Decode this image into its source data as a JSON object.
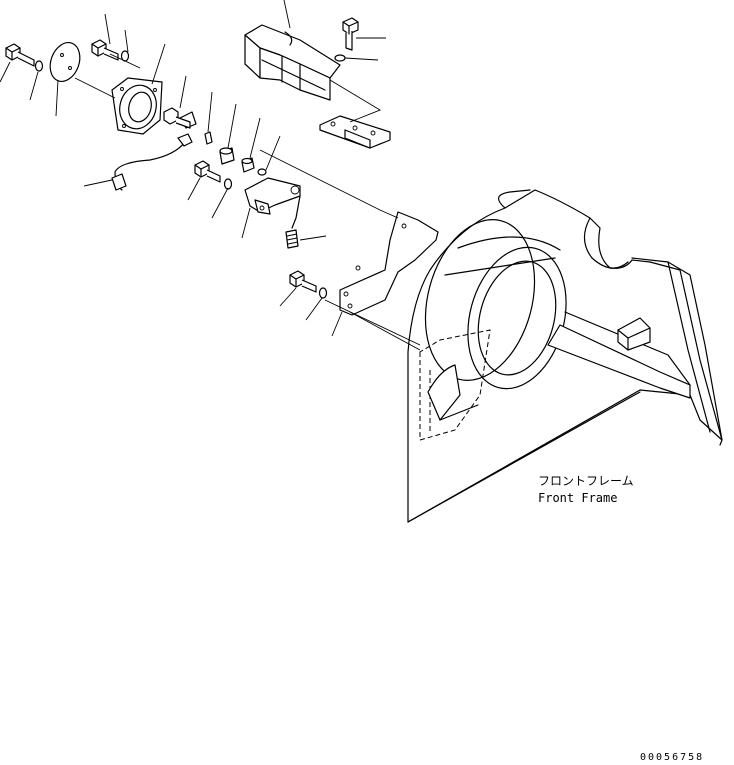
{
  "frame_label": {
    "jp": "フロントフレーム",
    "en": "Front Frame"
  },
  "drawing_number": "00056758"
}
